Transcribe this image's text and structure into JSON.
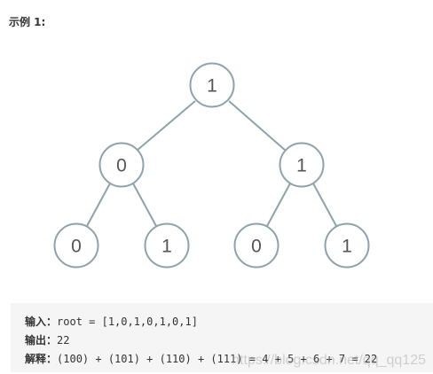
{
  "heading": "示例 1:",
  "tree": {
    "nodes": [
      {
        "id": "root",
        "value": "1"
      },
      {
        "id": "l",
        "value": "0"
      },
      {
        "id": "r",
        "value": "1"
      },
      {
        "id": "ll",
        "value": "0"
      },
      {
        "id": "lr",
        "value": "1"
      },
      {
        "id": "rl",
        "value": "0"
      },
      {
        "id": "rr",
        "value": "1"
      }
    ]
  },
  "example": {
    "input_label": "输入：",
    "input_value": "root = [1,0,1,0,1,0,1]",
    "output_label": "输出：",
    "output_value": "22",
    "explain_label": "解释：",
    "explain_value": "(100) + (101) + (110) + (111) = 4 + 5 + 6 + 7 = 22"
  },
  "watermark": "https://blog.csdn.net/qq_qq125"
}
